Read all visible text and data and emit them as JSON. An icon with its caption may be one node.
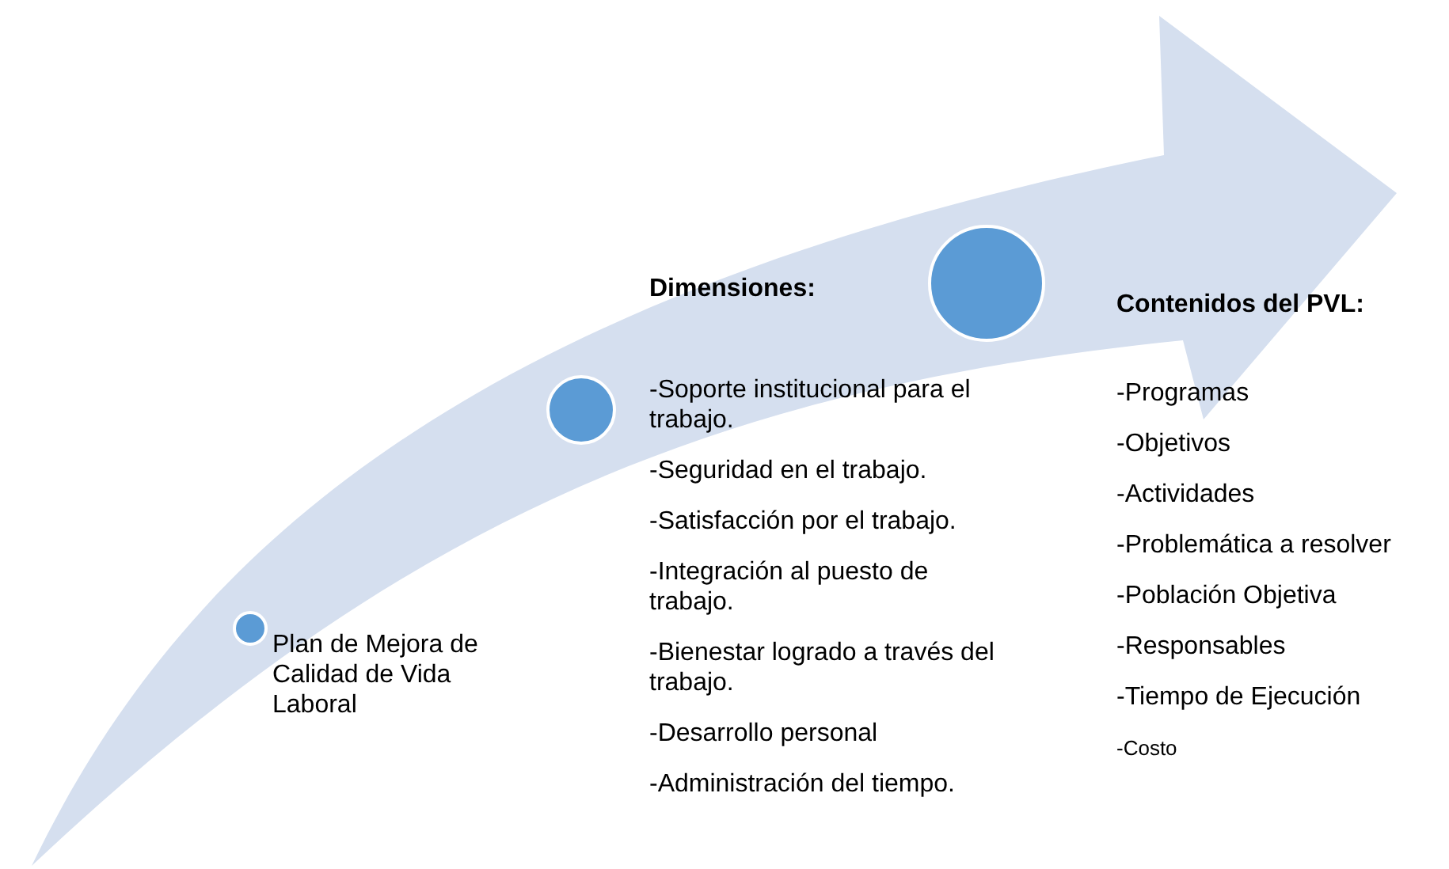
{
  "diagram": {
    "nodes": [
      {
        "text": [],
        "shape": "circle",
        "beside": [
          "Plan de Mejora de Calidad de Vida Laboral"
        ]
      },
      {
        "text": [],
        "shape": "circle",
        "beside": [
          "Dimensiones:",
          "-Soporte institucional para el trabajo.",
          "-Seguridad en el trabajo.",
          "-Satisfacción por el trabajo.",
          "-Integración al puesto de trabajo.",
          "-Bienestar logrado a través del trabajo.",
          "-Desarrollo personal",
          "-Administración del tiempo."
        ]
      },
      {
        "text": [],
        "shape": "circle",
        "beside": [
          "Contenidos del PVL:",
          "-Programas",
          "-Objetivos",
          "-Actividades",
          "-Problemática a resolver",
          "-Población Objetiva",
          "-Responsables",
          "-Tiempo de Ejecución",
          "-Costo"
        ]
      }
    ]
  }
}
